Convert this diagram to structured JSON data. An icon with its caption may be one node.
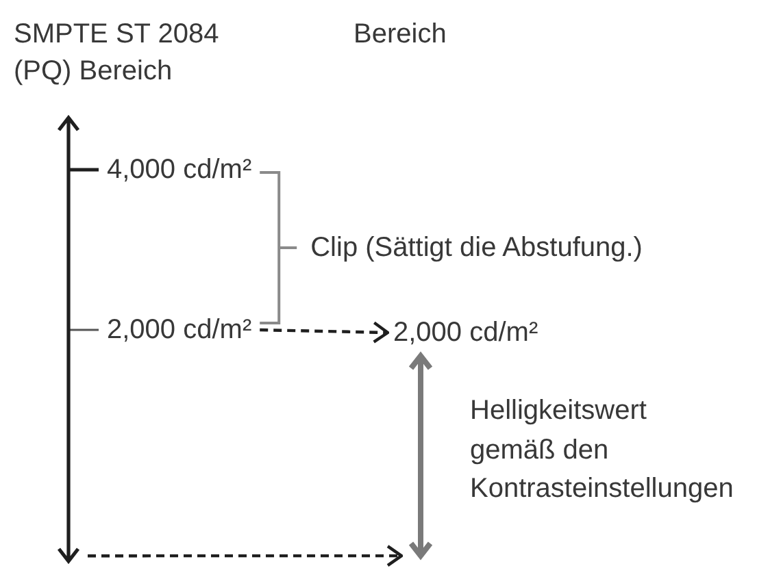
{
  "diagram": {
    "nodes": [
      {
        "text": [],
        "shape": "arrow"
      },
      {
        "text": [
          "2,000 cd/m²"
        ]
      },
      {
        "text": [
          "2,000 cd/m²"
        ]
      },
      {
        "text": [],
        "shape": "arrow",
        "beside": [
          "Helligkeitswert gemäß den Kontrasteinstellungen"
        ]
      }
    ],
    "edges": [
      {
        "from": 1,
        "to": 2,
        "arrow": "to",
        "style": "dashed"
      },
      {
        "from": 0,
        "to": 3,
        "arrow": "to",
        "style": "dashed"
      }
    ],
    "labels": [
      "SMPTE ST 2084 (PQ) Bereich",
      "Bereich",
      "4,000 cd/m²",
      "Clip (Sättigt die Abstufung.)"
    ]
  }
}
